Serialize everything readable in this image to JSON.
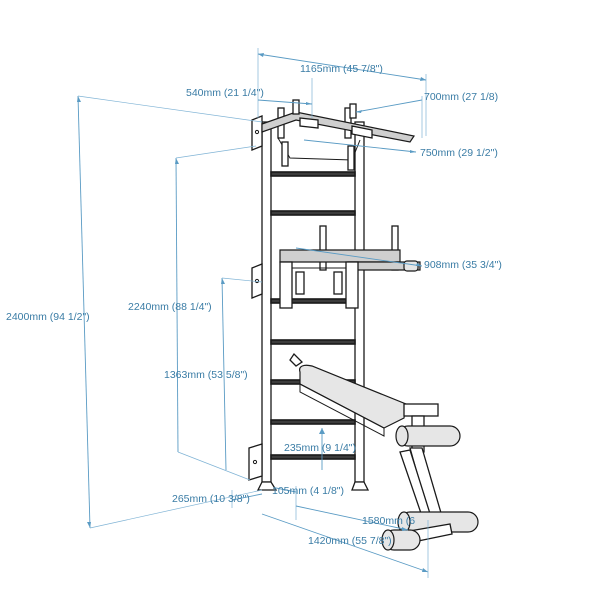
{
  "dimensions": {
    "width_top": "1165mm (45 7/8\")",
    "offset_top": "540mm (21 1/4\")",
    "pullup_depth": "700mm (27 1/8)",
    "pullup_width": "750mm (29 1/2\")",
    "dip_width": "908mm (35 3/4\")",
    "total_height": "2400mm (94 1/2\")",
    "ladder_height": "2240mm (88 1/4\")",
    "dip_height": "1363mm (53 5/8\")",
    "bench_height": "235mm (9 1/4\")",
    "wall_gap": "265mm (10 3/8\")",
    "base_offset": "105mm (4 1/8\")",
    "bench_length": "1580mm (6",
    "total_depth": "1420mm (55 7/8\")"
  },
  "colors": {
    "dimension": "#3a7ca5",
    "frame": "#1a1a1a"
  }
}
